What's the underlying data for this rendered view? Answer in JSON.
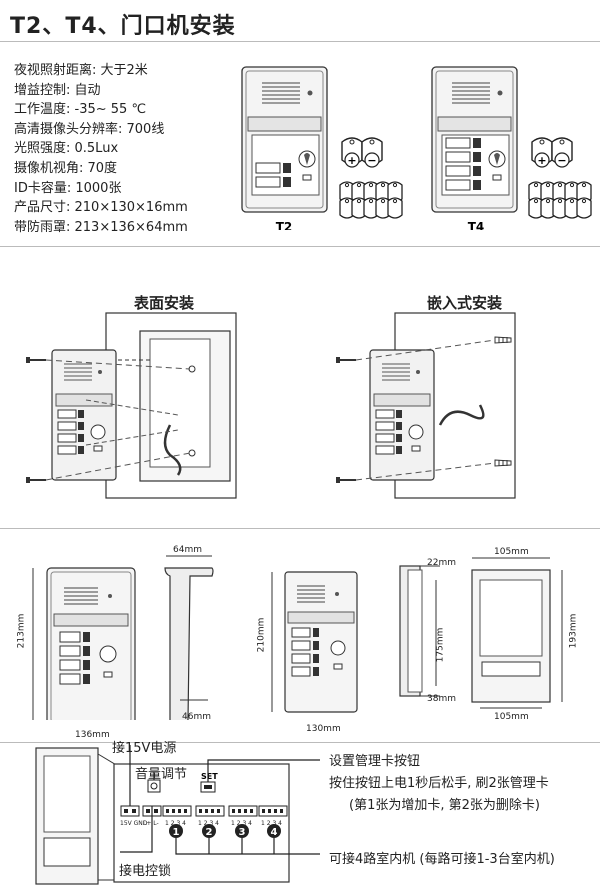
{
  "title": "T2、T4、门口机安装",
  "specs": [
    "夜视照射距离: 大于2米",
    "增益控制: 自动",
    "工作温度: -35~ 55 ℃",
    "高清摄像头分辨率: 700线",
    "光照强度: 0.5Lux",
    "摄像机视角: 70度",
    "ID卡容量: 1000张",
    "产品尺寸: 210×130×16mm",
    "带防雨罩: 213×136×64mm"
  ],
  "models": {
    "t2": "T2",
    "t4": "T4"
  },
  "install": {
    "surface": "表面安装",
    "embedded": "嵌入式安装"
  },
  "dims": {
    "d64": "64mm",
    "d213": "213mm",
    "d136": "136mm",
    "d46": "46mm",
    "d22": "22mm",
    "d210": "210mm",
    "d175": "175mm",
    "d130": "130mm",
    "d38": "38mm",
    "d105a": "105mm",
    "d193": "193mm",
    "d105b": "105mm"
  },
  "wiring": {
    "power": "接15V电源",
    "volume": "音量调节",
    "set_label": "SET",
    "set_button": "设置管理卡按钮",
    "set_desc1": "按住按钮上电1秒后松手, 刷2张管理卡",
    "set_desc2": "(第1张为增加卡, 第2张为删除卡)",
    "lock": "接电控锁",
    "indoor": "可接4路室内机 (每路可接1-3台室内机)",
    "term_power": "15V GND",
    "term_lock": "L+ L-",
    "term_pins": "1 2 3 4",
    "ports": [
      "1",
      "2",
      "3",
      "4"
    ]
  }
}
